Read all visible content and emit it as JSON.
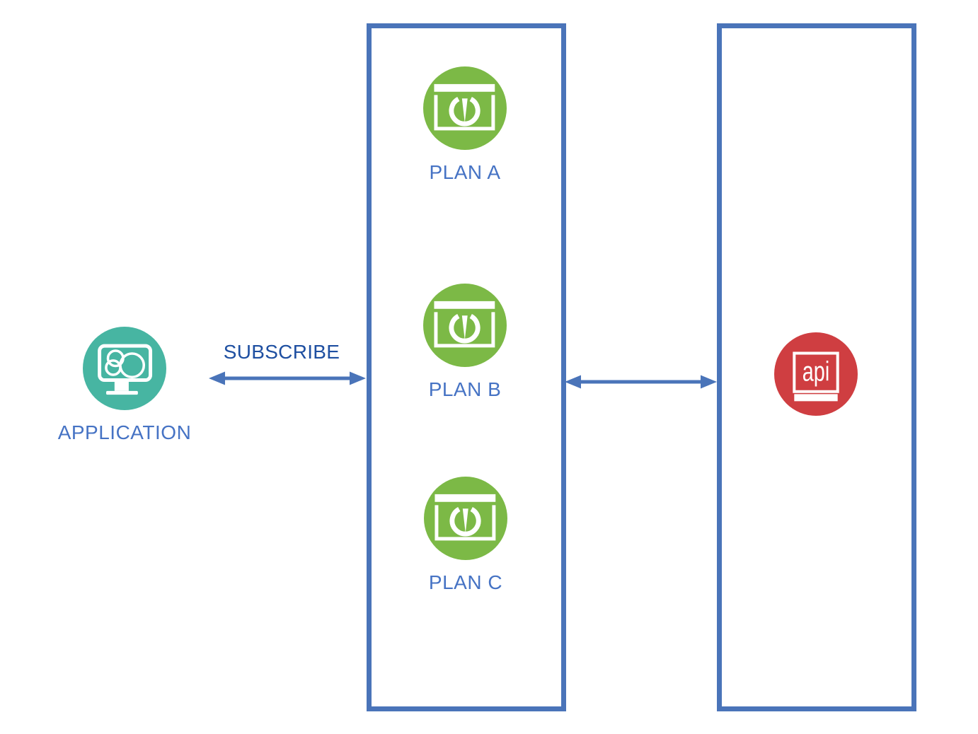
{
  "application": {
    "label": "APPLICATION"
  },
  "subscribe": {
    "label": "SUBSCRIBE"
  },
  "plans": {
    "items": [
      {
        "label": "PLAN A"
      },
      {
        "label": "PLAN B"
      },
      {
        "label": "PLAN C"
      }
    ]
  },
  "api": {
    "icon_label": "api"
  },
  "colors": {
    "application_fill": "#47b5a2",
    "plan_fill": "#7cb946",
    "api_fill": "#cf3e41",
    "box_border": "#4a74b9",
    "arrow": "#4a74b9",
    "node_label": "#4673c4",
    "subscribe_label": "#1e4fa1",
    "icon_glyph": "#ffffff",
    "background": "#ffffff"
  }
}
